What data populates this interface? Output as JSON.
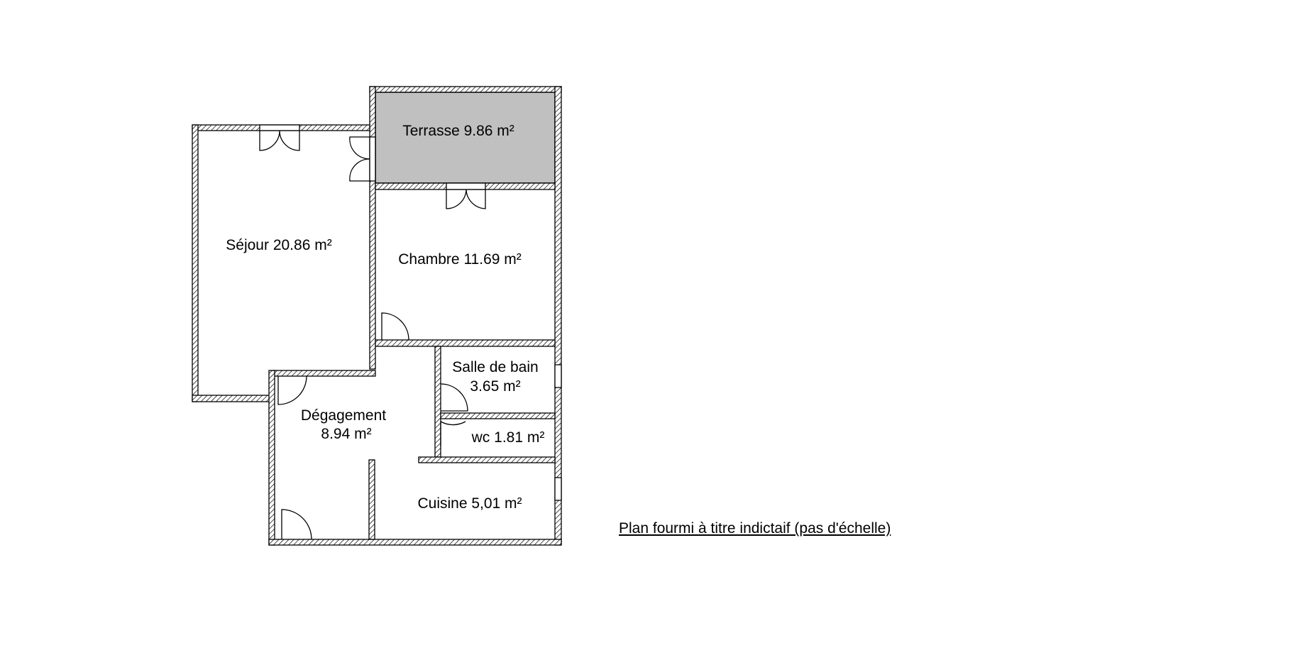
{
  "colors": {
    "wall_stroke": "#000000",
    "wall_hatch": "#000000",
    "terrace_fill": "#c0c0c0",
    "background": "#ffffff"
  },
  "rooms": {
    "terrasse": {
      "label": "Terrasse 9.86 m²"
    },
    "sejour": {
      "label": "Séjour 20.86 m²"
    },
    "chambre": {
      "label": "Chambre 11.69 m²"
    },
    "salle_de_bain": {
      "line1": "Salle de bain",
      "line2": "3.65 m²"
    },
    "wc": {
      "label": "wc 1.81 m²"
    },
    "degagement": {
      "line1": "Dégagement",
      "line2": "8.94 m²"
    },
    "cuisine": {
      "label": "Cuisine 5,01 m²"
    }
  },
  "caption": "Plan fourmi à titre indictaif (pas d'échelle)"
}
